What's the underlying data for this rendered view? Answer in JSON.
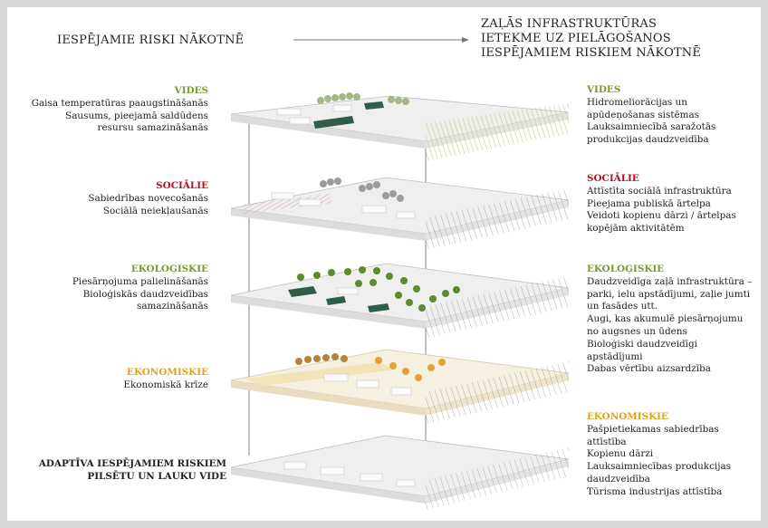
{
  "left_title": "IESPĒJAMIE RISKI NĀKOTNĒ",
  "right_title": [
    "ZAĻĀS INFRASTRUKTŪRAS",
    "IETEKME UZ PIELĀGOŠANOS",
    "IESPĒJAMIEM RISKIEM NĀKOTNĒ"
  ],
  "colors": {
    "vides": "#7a9a2e",
    "sociale": "#b3121f",
    "ekonomiskie": "#e0a218"
  },
  "left": {
    "vides": {
      "title": "VIDES",
      "lines": [
        "Gaisa temperatūras paaugstināšanās",
        "Sausums, pieejamā saldūdens",
        "resursu samazināšanās"
      ]
    },
    "sociale": {
      "title": "SOCIĀLIE",
      "lines": [
        "Sabiedrības novecošanās",
        "Sociālā neiekļaušanās"
      ]
    },
    "ekolog": {
      "title": "EKOLOĢISKIE",
      "lines": [
        "Piesārņojuma palielināšanās",
        "Bioloģiskās daudzveidības",
        "samazināšanās"
      ]
    },
    "ekonom": {
      "title": "EKONOMISKIE",
      "lines": [
        "Ekonomiskā krīze"
      ]
    },
    "adapt": {
      "lines": [
        "ADAPTĪVA IESPĒJAMIEM RISKIEM",
        "PILSĒTU UN LAUKU VIDE"
      ]
    }
  },
  "right": {
    "vides": {
      "title": "VIDES",
      "lines": [
        "Hidromeliorācijas un",
        "apūdeņošanas sistēmas",
        "Lauksaimniecībā saražotās",
        "produkcijas daudzveidība"
      ]
    },
    "sociale": {
      "title": "SOCIĀLIE",
      "lines": [
        "Attīstīta sociālā infrastruktūra",
        "Pieejama publiskā ārtelpa",
        "Veidoti kopienu dārzi / ārtelpas",
        "kopējām aktivitātēm"
      ]
    },
    "ekolog": {
      "title": "EKOLOĢISKIE",
      "lines": [
        "Daudzveidīga zaļā infrastruktūra –",
        "parki, ielu apstādījumi, zaļie jumti",
        "un fasādes utt.",
        "Augi, kas akumulē piesārņojumu",
        "no augsnes un ūdens",
        "Bioloģiski daudzveidīgi",
        "apstādījumi",
        "Dabas vērtību aizsardzība"
      ]
    },
    "ekonom": {
      "title": "EKONOMISKIE",
      "lines": [
        "Pašpietiekamas sabiedrības attīstība",
        "Kopienu dārzi",
        "Lauksaimniecības produkcijas",
        "daudzveidība",
        "Tūrisma industrijas attīstība"
      ]
    }
  }
}
